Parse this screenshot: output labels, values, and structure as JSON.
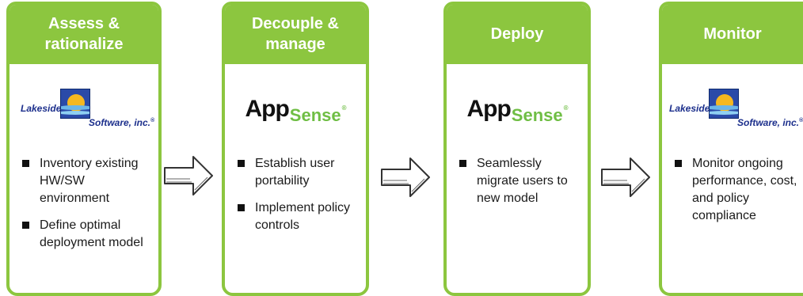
{
  "colors": {
    "accent": "#8cc63f",
    "text": "#1a1a1a"
  },
  "stages": [
    {
      "title": "Assess &\nrationalize",
      "logo": {
        "type": "lakeside",
        "line1": "Lakeside",
        "line2": "Software, inc.",
        "mark": "®"
      },
      "bullets": [
        "Inventory existing HW/SW environment",
        "Define optimal deployment model"
      ]
    },
    {
      "title": "Decouple &\nmanage",
      "logo": {
        "type": "appsense",
        "part1": "App",
        "part2": "Sense",
        "mark": "®"
      },
      "bullets": [
        "Establish user portability",
        "Implement policy controls"
      ]
    },
    {
      "title": "Deploy",
      "logo": {
        "type": "appsense",
        "part1": "App",
        "part2": "Sense",
        "mark": "®"
      },
      "bullets": [
        "Seamlessly migrate users to new model"
      ]
    },
    {
      "title": "Monitor",
      "logo": {
        "type": "lakeside",
        "line1": "Lakeside",
        "line2": "Software, inc.",
        "mark": "®"
      },
      "bullets": [
        "Monitor ongoing performance, cost, and policy compliance"
      ]
    }
  ]
}
